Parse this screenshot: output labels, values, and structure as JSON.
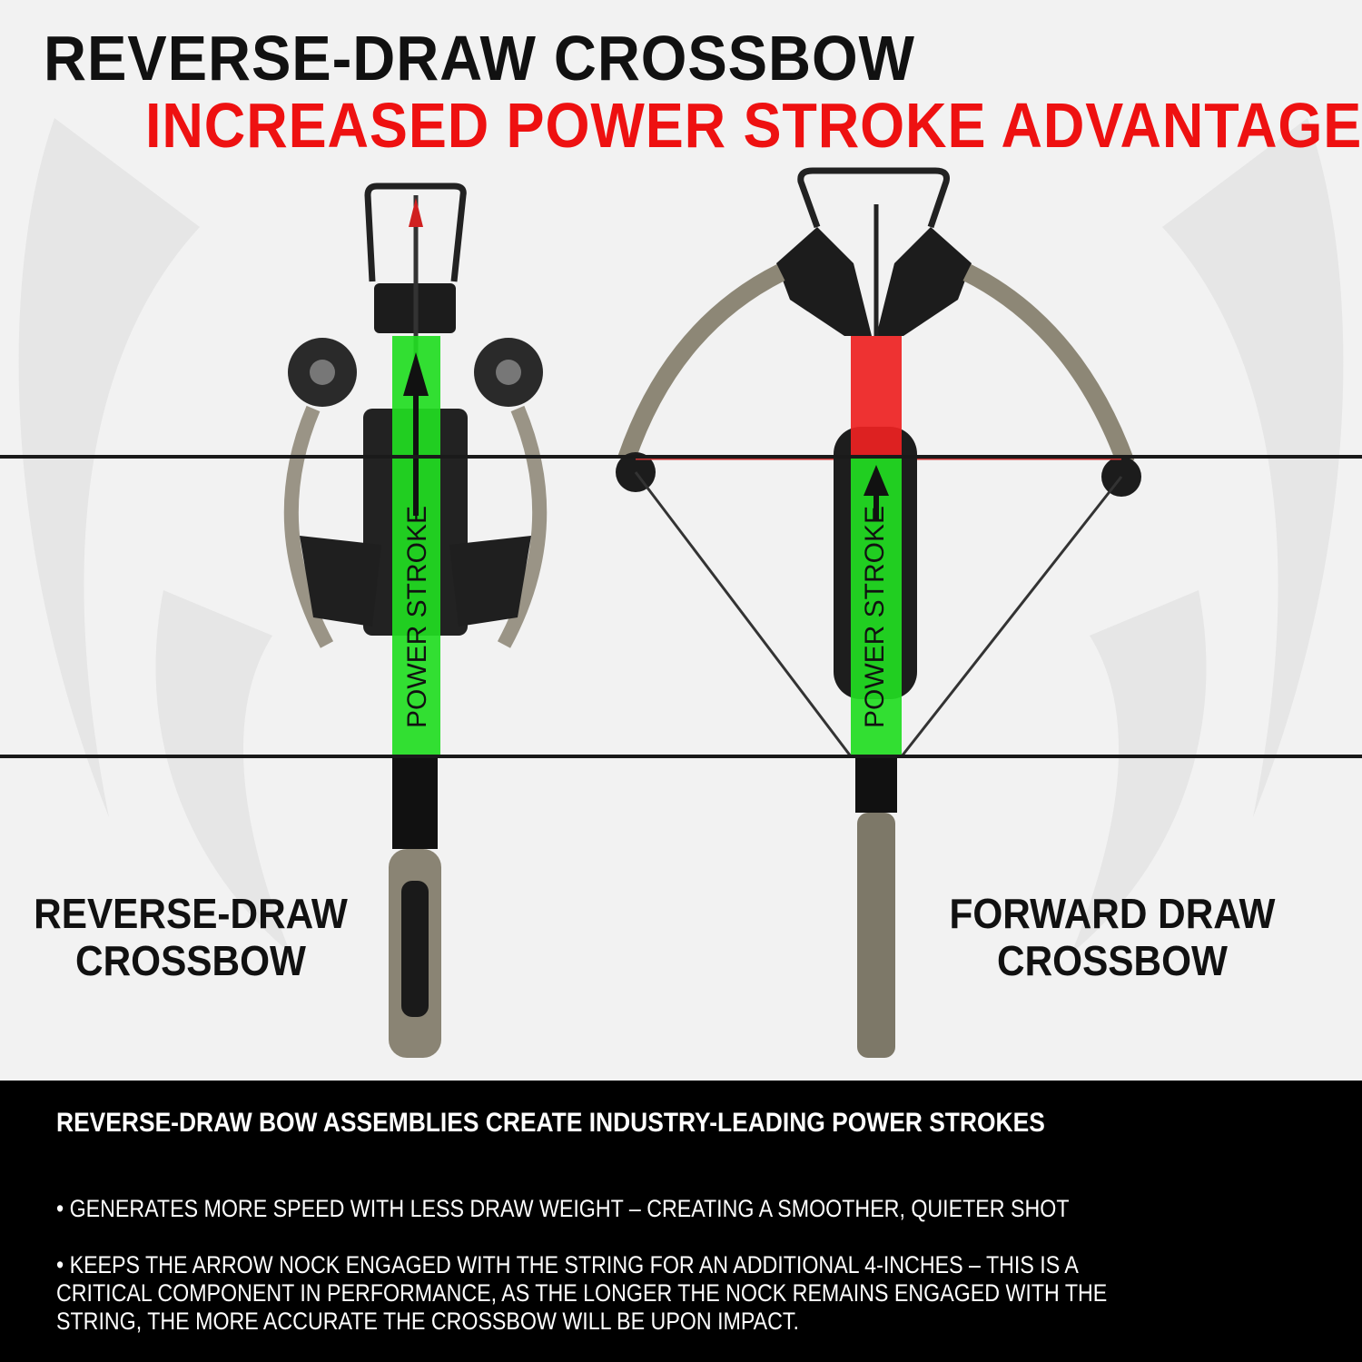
{
  "header": {
    "title": "REVERSE-DRAW CROSSBOW",
    "subtitle": "INCREASED POWER STROKE ADVANTAGES"
  },
  "colors": {
    "title": "#111111",
    "subtitle": "#ee1111",
    "power_stroke_green": "#22dd22",
    "power_stroke_red": "#ee2222",
    "panel_background": "#000000"
  },
  "diagram": {
    "left": {
      "label": "REVERSE-DRAW\nCROSSBOW",
      "power_stroke_label": "POWER STROKE"
    },
    "right": {
      "label": "FORWARD DRAW\nCROSSBOW",
      "power_stroke_label": "POWER STROKE"
    }
  },
  "panel": {
    "heading": "REVERSE-DRAW BOW ASSEMBLIES CREATE INDUSTRY-LEADING POWER STROKES",
    "bullets": [
      "• GENERATES MORE SPEED WITH LESS DRAW WEIGHT – CREATING A SMOOTHER, QUIETER SHOT",
      "• KEEPS THE ARROW NOCK ENGAGED WITH THE STRING FOR AN ADDITIONAL 4-INCHES – THIS IS A\nCRITICAL COMPONENT IN PERFORMANCE, AS THE LONGER THE NOCK REMAINS ENGAGED WITH THE\nSTRING, THE MORE ACCURATE THE CROSSBOW WILL BE UPON IMPACT."
    ]
  }
}
